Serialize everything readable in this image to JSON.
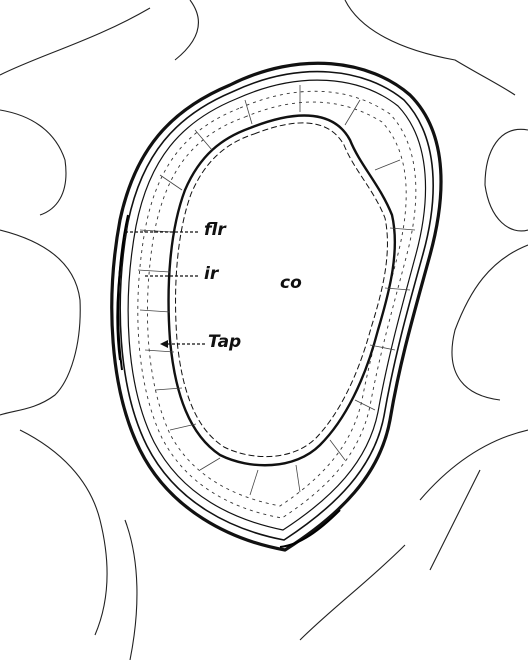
{
  "labels": {
    "flr": "flr",
    "ir": "ir",
    "co": "co",
    "tap": "Tap"
  },
  "colors": {
    "ink": "#111111",
    "background": "#ffffff"
  }
}
